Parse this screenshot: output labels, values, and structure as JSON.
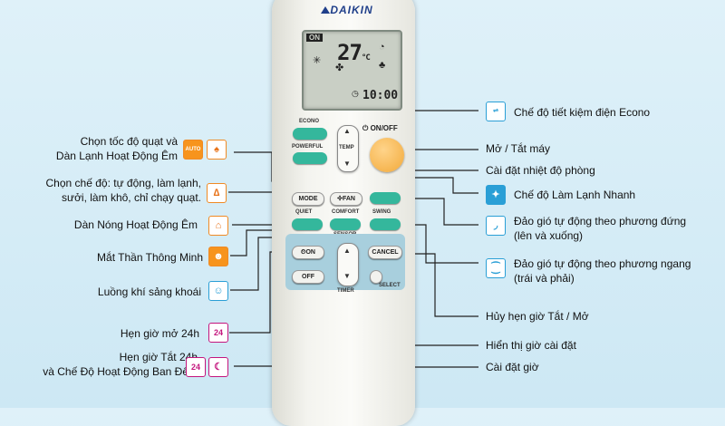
{
  "remote": {
    "brand": "DAIKIN",
    "lcd": {
      "on": "ON",
      "temp": "27",
      "unit": "°C",
      "time": "10:00"
    },
    "buttons": {
      "econo": "ECONO",
      "powerful": "POWERFUL",
      "temp": "TEMP",
      "onoff": "ON/OFF",
      "mode": "MODE",
      "fan": "FAN",
      "quiet": "QUIET",
      "comfort": "COMFORT",
      "swing": "SWING",
      "sensor": "SENSOR",
      "on": "ON",
      "off": "OFF",
      "cancel": "CANCEL",
      "timer": "TIMER",
      "select": "SELECT"
    }
  },
  "labels_left": {
    "fan_speed": "Chọn tốc độ quạt và",
    "fan_speed_2": "Dàn Lạnh Hoạt Động Êm",
    "mode": "Chọn chế độ: tự động, làm lạnh,",
    "mode_2": "sưởi, làm khô, chỉ chạy quạt.",
    "quiet": "Dàn Nóng Hoạt Động Êm",
    "sensor": "Mắt Thần Thông Minh",
    "comfort": "Luồng khí sảng khoái",
    "on_timer": "Hẹn giờ mở 24h",
    "off_timer": "Hẹn giờ Tắt 24h",
    "off_timer_2": "và Chế Độ Hoạt Động Ban Đêm"
  },
  "labels_right": {
    "econo": "Chế độ tiết kiệm điện Econo",
    "onoff": "Mở / Tắt máy",
    "temp": "Cài đặt nhiệt độ phòng",
    "powerful": "Chế độ Làm Lạnh Nhanh",
    "swing_v": "Đảo gió tự động theo phương đứng",
    "swing_v_2": "(lên và xuống)",
    "swing_h": "Đảo gió tự động theo phương ngang",
    "swing_h_2": "(trái và phải)",
    "cancel": "Hủy hẹn giờ Tắt / Mở",
    "display_time": "Hiển thị giờ cài đặt",
    "set_time": "Cài đặt giờ"
  },
  "icons": {
    "auto_fan": "AUTO",
    "h24": "24",
    "h24b": "24"
  },
  "colors": {
    "orange": "#f08a24",
    "magenta": "#c4157d",
    "blue": "#2a9fd6",
    "teal": "#34b79c"
  }
}
